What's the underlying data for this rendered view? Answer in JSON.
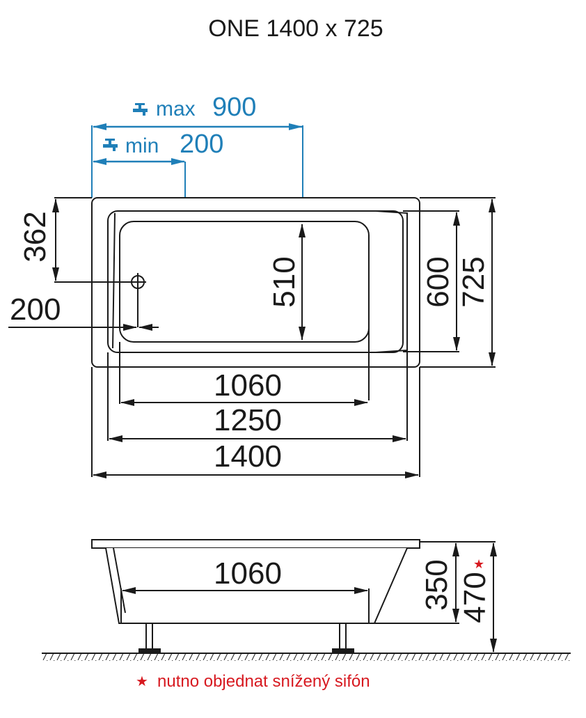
{
  "title": "ONE 1400 x 725",
  "tap": {
    "max_label": "max",
    "max_value": "900",
    "min_label": "min",
    "min_value": "200"
  },
  "plan_dimensions": {
    "drain_from_top": "362",
    "drain_from_side": "200",
    "inner_depth_width": "510",
    "rim_inner_width": "600",
    "outer_width": "725",
    "bottom_length": "1060",
    "inner_length": "1250",
    "outer_length": "1400"
  },
  "side_dimensions": {
    "bottom_length": "1060",
    "depth": "350",
    "total_height": "470"
  },
  "note": {
    "star": "★",
    "text": "nutno objednat snížený sifón"
  },
  "colors": {
    "line": "#1a1a1a",
    "tap_blue": "#1f7fb8",
    "note_red": "#d71920"
  }
}
